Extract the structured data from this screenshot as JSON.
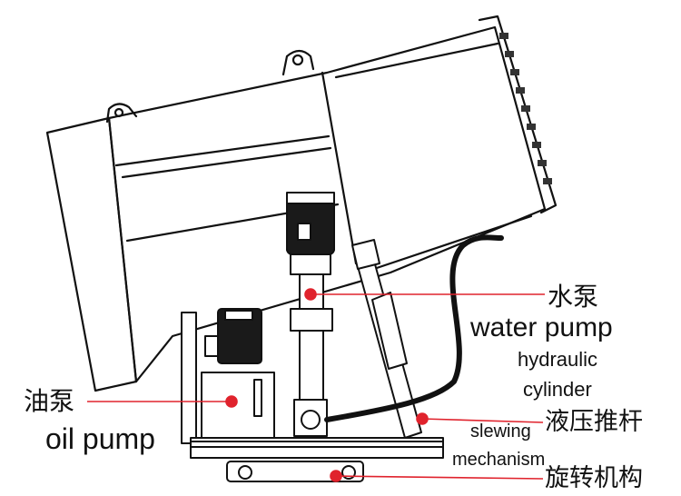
{
  "labels": {
    "water_pump_zh": "水泵",
    "water_pump_en": "water pump",
    "hydraulic_cylinder_line1": "hydraulic",
    "hydraulic_cylinder_line2": "cylinder",
    "oil_pump_zh": "油泵",
    "oil_pump_en": "oil pump",
    "hydraulic_cylinder_zh": "液压推杆",
    "slewing_line1": "slewing",
    "slewing_line2": "mechanism",
    "slewing_zh": "旋转机构"
  },
  "colors": {
    "line": "#111111",
    "callout": "#e0232d"
  }
}
